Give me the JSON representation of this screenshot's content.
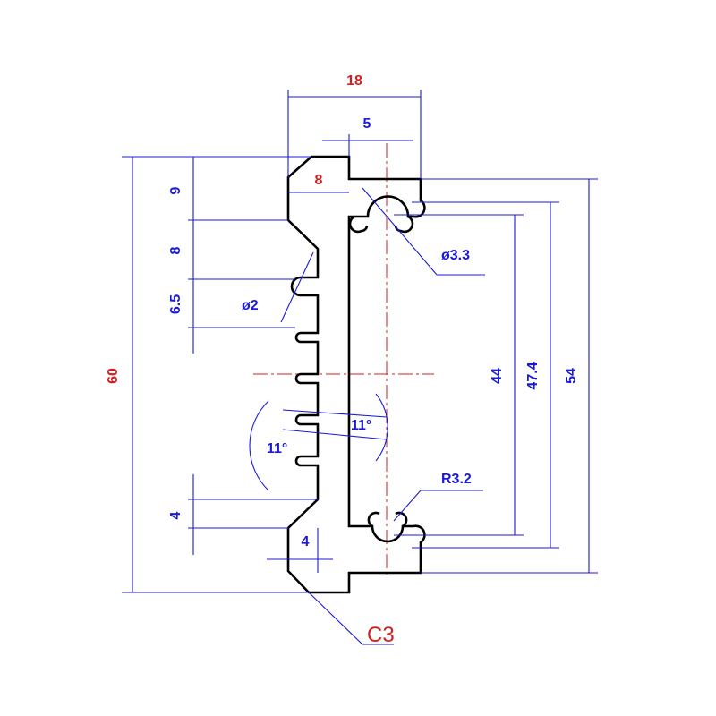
{
  "colors": {
    "dimension": "#1a1ad8",
    "highlight": "#d21f1f",
    "outline": "#000000",
    "background": "#ffffff"
  },
  "dimensions": {
    "overall_width": "18",
    "slot_offset": "5",
    "top_step": "8",
    "top_height": "9",
    "rib_height": "8",
    "pitch": "6.5",
    "overall_height": "60",
    "span_inner": "44",
    "span_mid": "47.4",
    "span_outer": "54",
    "hole_diameter": "ø3.3",
    "fin_diameter": "ø2",
    "angle_inner": "11°",
    "angle_outer": "11°",
    "bottom_height": "4",
    "bottom_width": "4",
    "radius": "R3.2",
    "chamfer": "C3"
  }
}
